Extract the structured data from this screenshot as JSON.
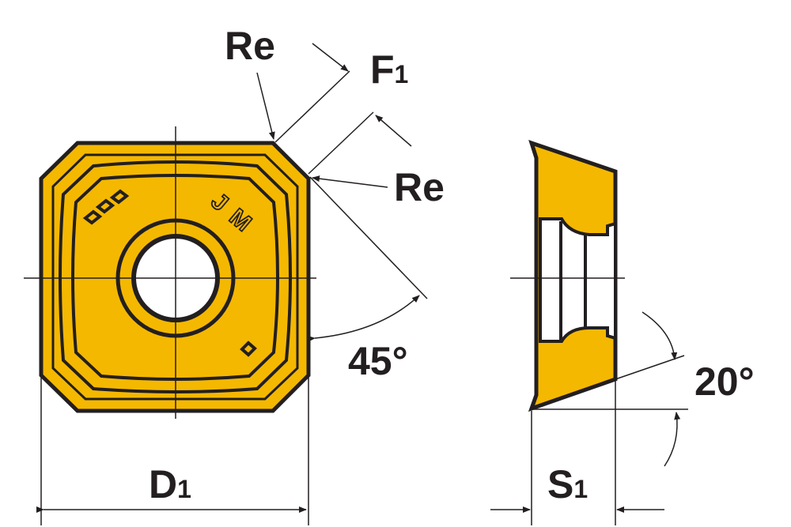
{
  "colors": {
    "insert_fill": "#F5B800",
    "line": "#231f20"
  },
  "insert_marking": "JM",
  "labels": {
    "re_top": "Re",
    "f1_main": "F",
    "f1_sub": "1",
    "re_right": "Re",
    "angle_45": "45°",
    "angle_20": "20°",
    "d1_main": "D",
    "d1_sub": "1",
    "s1_main": "S",
    "s1_sub": "1"
  }
}
